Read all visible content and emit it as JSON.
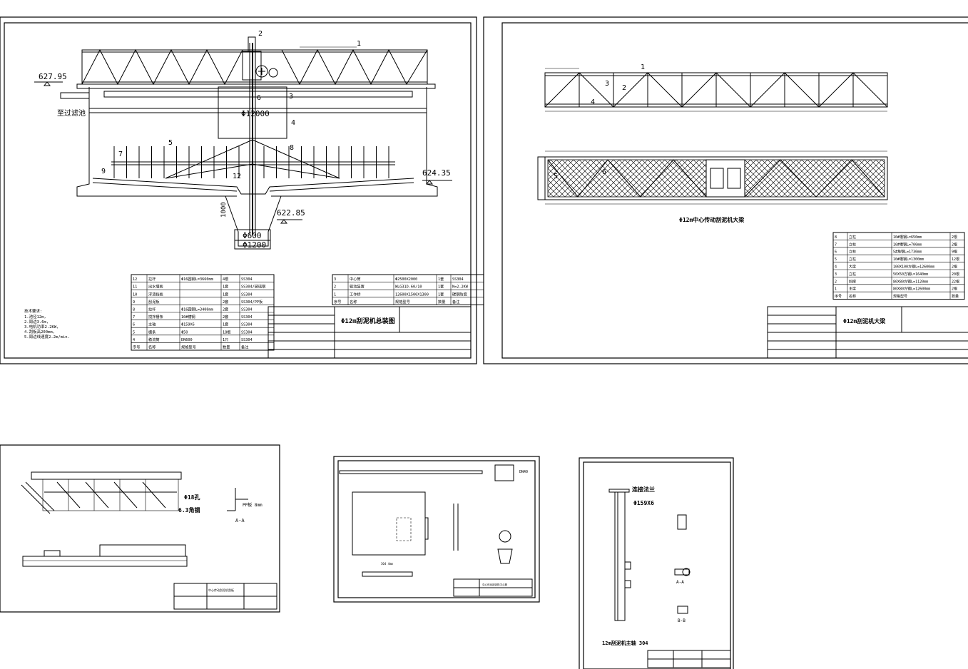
{
  "sheet1": {
    "elev_top": "627.95",
    "outlet_label": "至过滤池",
    "diameter": "Φ12000",
    "elev_right": "624.35",
    "elev_bottom": "622.85",
    "depth": "1000",
    "pipe_inner": "Φ600",
    "pipe_outer": "Φ1200",
    "callouts": [
      "1",
      "2",
      "3",
      "4",
      "5",
      "6",
      "7",
      "8",
      "9",
      "12"
    ],
    "notes": [
      "技术要求:",
      "1.池径12m,",
      "2.周边3.6m,",
      "3.电机功率2.2KW,",
      "4.刮板高200mm,",
      "5.周边线速度2.2m/min."
    ],
    "title": "Φ12m刮泥机总装图",
    "bom_left": [
      [
        "12",
        "拉杆",
        "Φ16圆钢L=3660mm",
        "4根",
        "SS304"
      ],
      [
        "11",
        "出水堰板",
        "",
        "1套",
        "SS304/玻璃钢"
      ],
      [
        "10",
        "浮渣挡板",
        "",
        "1套",
        "SS304"
      ],
      [
        "9",
        "刮泥板",
        "",
        "2套",
        "SS304/PP板"
      ],
      [
        "8",
        "拉杆",
        "Φ16圆钢L=3400mm",
        "2套",
        "SS304"
      ],
      [
        "7",
        "搅拌栅条",
        "10#槽钢",
        "2套",
        "SS304"
      ],
      [
        "6",
        "主轴",
        "Φ159X6",
        "1套",
        "SS304"
      ],
      [
        "5",
        "栅条",
        "Φ50",
        "18根",
        "SS304"
      ],
      [
        "4",
        "稳流筒",
        "DN600",
        "1只",
        "SS304"
      ]
    ],
    "bom_left_header": [
      "序号",
      "名称",
      "规格型号",
      "数量",
      "备注"
    ],
    "bom_right": [
      [
        "3",
        "中心筒",
        "Φ2500X2000",
        "1套",
        "SS304"
      ],
      [
        "2",
        "驱动装置",
        "WLG31D-60/10",
        "1套",
        "N=2.2KW"
      ],
      [
        "1",
        "工作桥",
        "12600X1500X1300",
        "1套",
        "碳钢防腐"
      ]
    ],
    "bom_right_header": [
      "序号",
      "名称",
      "规格型号",
      "数量",
      "备注"
    ]
  },
  "sheet2": {
    "callouts": [
      "1",
      "2",
      "3",
      "4",
      "5",
      "6"
    ],
    "title": "Φ12m中心传动刮泥机大梁",
    "title_block": "Φ12m刮泥机大梁",
    "bom": [
      [
        "8",
        "立柱",
        "10#槽钢L=650mm",
        "2根"
      ],
      [
        "7",
        "立柱",
        "10#槽钢L=700mm",
        "2根"
      ],
      [
        "6",
        "立柱",
        "5#角钢L=1730mm",
        "9根"
      ],
      [
        "5",
        "立柱",
        "10#槽钢L=1300mm",
        "12根"
      ],
      [
        "4",
        "大梁",
        "100X100方钢L=12600mm",
        "2根"
      ],
      [
        "3",
        "立柱",
        "50X50方钢L=1640mm",
        "20根"
      ],
      [
        "2",
        "斜撑",
        "80X80方钢L=1120mm",
        "22根"
      ],
      [
        "1",
        "主梁",
        "80X80方钢L=12600mm",
        "2根"
      ]
    ],
    "bom_header": [
      "序号",
      "名称",
      "规格型号",
      "数量"
    ]
  },
  "sheet3": {
    "hole_label": "Φ18孔",
    "steel_label": "6.3角钢",
    "section": "A-A",
    "plate": "PP板 8mm",
    "title": "中心传动刮泥机刮板"
  },
  "sheet4": {
    "material": "304 4mm",
    "pipe": "DN40",
    "title": "中心传动刮泥机中心筒"
  },
  "sheet5": {
    "flange": "连接法兰",
    "shaft": "Φ159X6",
    "section_a": "A-A",
    "section_b": "B-B",
    "title": "12m刮泥机主轴 304"
  }
}
